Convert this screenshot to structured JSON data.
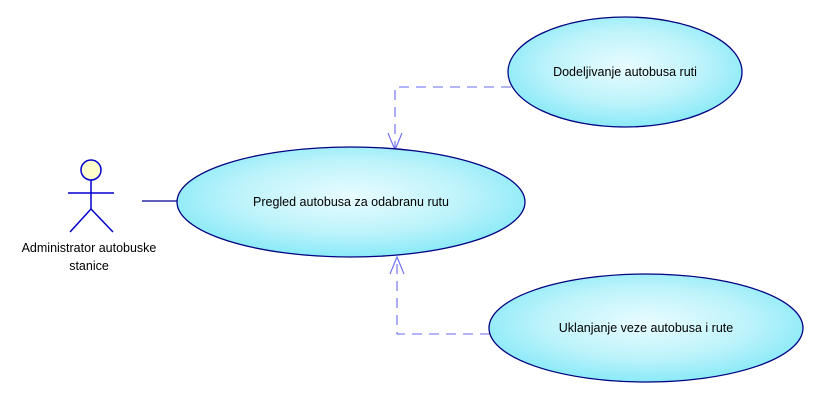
{
  "diagram": {
    "actor": {
      "label_line1": "Administrator autobuske",
      "label_line2": "stanice"
    },
    "use_cases": {
      "main": "Pregled autobusa za odabranu rutu",
      "top": "Dodeljivanje autobusa ruti",
      "bottom": "Uklanjanje veze autobusa i rute"
    },
    "colors": {
      "ellipse_fill_light": "#e8fcff",
      "ellipse_fill_dark": "#7ee8f7",
      "ellipse_stroke": "#000080",
      "actor_head_fill": "#ffffcc",
      "actor_stroke": "#0000cc",
      "association_line": "#000099",
      "dependency_line": "#6a6af0"
    }
  }
}
